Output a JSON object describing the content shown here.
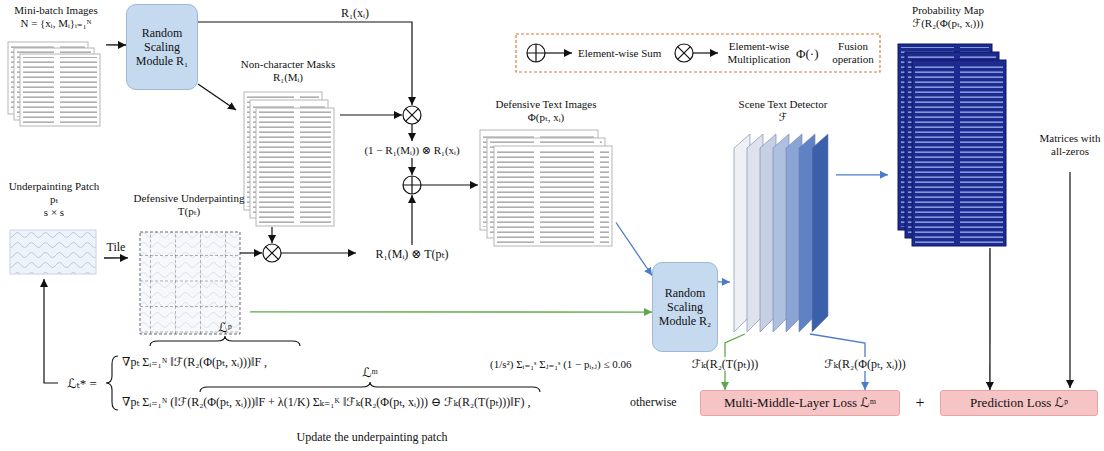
{
  "diagram": {
    "nodes": [
      {
        "text": [
          "Mini-batch Images",
          "N = {xᵢ, Mᵢ}ᵢ₌₁ᴺ"
        ]
      },
      {
        "text": [
          "Random Scaling Module R₁"
        ]
      },
      {
        "text": [
          "Non-character Masks",
          "R₁(Mᵢ)"
        ]
      },
      {
        "text": [
          "Defensive Text Images",
          "Φ(pₜ, xᵢ)"
        ]
      },
      {
        "text": [
          "Scene Text Detector",
          "ℱ"
        ]
      },
      {
        "text": [
          "Probability Map",
          "ℱ(R₂(Φ(pₜ, xᵢ)))"
        ]
      },
      {
        "text": [
          "Underpainting Patch",
          "pₜ",
          "s × s"
        ]
      },
      {
        "text": [
          "Defensive Underpainting",
          "T(pₜ)"
        ]
      },
      {
        "text": [
          "Random Scaling Module R₂"
        ]
      },
      {
        "text": [
          "Multi-Middle-Layer Loss ℒᵐ"
        ]
      },
      {
        "text": [
          "Prediction Loss ℒᵖ"
        ]
      }
    ],
    "edges": [
      {
        "from": 0,
        "to": 1,
        "arrow": "to"
      },
      {
        "from": 1,
        "to": 2,
        "arrow": "to"
      },
      {
        "from": 6,
        "to": 7,
        "arrow": "to",
        "label": "Tile"
      },
      {
        "from": 3,
        "to": 8,
        "arrow": "to"
      },
      {
        "from": 7,
        "to": 8,
        "arrow": "to"
      },
      {
        "from": 8,
        "to": 4,
        "arrow": "to"
      },
      {
        "from": 4,
        "to": 5,
        "arrow": "to"
      },
      {
        "from": 4,
        "to": 9,
        "arrow": "to",
        "label": "ℱₖ(R₂(T(pₜ)))"
      },
      {
        "from": 4,
        "to": 9,
        "arrow": "to",
        "label": "ℱₖ(R₂(Φ(pₜ, xᵢ)))"
      },
      {
        "from": 5,
        "to": 10,
        "arrow": "to"
      }
    ],
    "labels": [
      "R₁(xᵢ)",
      "(1 − R₁(Mᵢ)) ⊗ R₁(xᵢ)",
      "R₁(Mᵢ) ⊗ T(pₜ)",
      "Φ(·)",
      "Matrices with all-zeros",
      "ℒᵖ",
      "ℒᵐ",
      "ℒₜ* =",
      "∇pₜ Σᵢ₌₁ᴺ ‖ℱ(R₂(Φ(pₜ, xᵢ)))‖F ,",
      "∇pₜ Σᵢ₌₁ᴺ (‖ℱ(R₂(Φ(pₜ, xᵢ)))‖F + λ(1/K) Σₖ₌₁ᴷ ‖ℱₖ(R₂(Φ(pₜ, xᵢ))) ⊖ ℱₖ(R₂(T(pₜ)))‖F) ,",
      "(1/s²) Σᵢ₌₁ˢ Σⱼ₌₁ˢ (1 − pᵢ,ⱼ) ≤ 0.06",
      "otherwise",
      "+",
      "Update the underpainting patch"
    ],
    "legend": [
      {
        "text": "Element-wise Sum"
      },
      {
        "text": "Element-wise Multiplication"
      },
      {
        "text": "Fusion operation"
      }
    ]
  }
}
